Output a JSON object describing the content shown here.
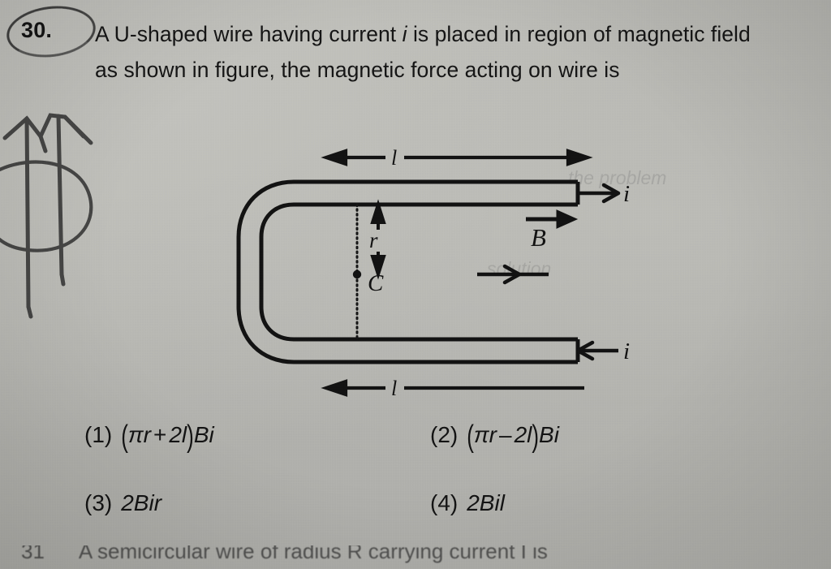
{
  "question": {
    "number": "30.",
    "text_line1": "A U-shaped wire having current ",
    "text_var1": "i",
    "text_line2": " is placed in region",
    "text_line3": "of magnetic field as shown in figure, the magnetic",
    "text_line4": "force acting on wire is",
    "full_text": "A U-shaped wire having current i is placed in region of magnetic field as shown in figure, the magnetic force acting on wire is"
  },
  "figure": {
    "label_length_top": "l",
    "label_length_bottom": "l",
    "label_radius": "r",
    "label_center": "C",
    "label_current_top": "i",
    "label_current_bottom": "i",
    "label_field": "B",
    "top_current_direction": "right",
    "bottom_current_direction": "left",
    "field_direction": "right",
    "shape": "U-shaped wire, semicircular bend on left, two straight horizontal arms of length l",
    "wire_color": "#121212",
    "paper_color": "#b6b6b1"
  },
  "options": [
    {
      "label": "(1)",
      "open": "(",
      "term1": "πr",
      "op": "+",
      "term2": "2l",
      "close": ")",
      "tail": "Bi",
      "plain": "(πr + 2l)Bi"
    },
    {
      "label": "(2)",
      "open": "(",
      "term1": "πr",
      "op": "–",
      "term2": "2l",
      "close": ")",
      "tail": "Bi",
      "plain": "(πr – 2l)Bi"
    },
    {
      "label": "(3)",
      "open": "",
      "term1": "",
      "op": "",
      "term2": "",
      "close": "",
      "tail": "2Bir",
      "plain": "2Bir"
    },
    {
      "label": "(4)",
      "open": "",
      "term1": "",
      "op": "",
      "term2": "",
      "close": "",
      "tail": "2Bil",
      "plain": "2Bil"
    }
  ],
  "next_question": {
    "number": "31",
    "text": "A semicircular wire of radius R carrying current I is"
  },
  "ghost_text": {
    "a": "the problem",
    "b": "solution"
  }
}
